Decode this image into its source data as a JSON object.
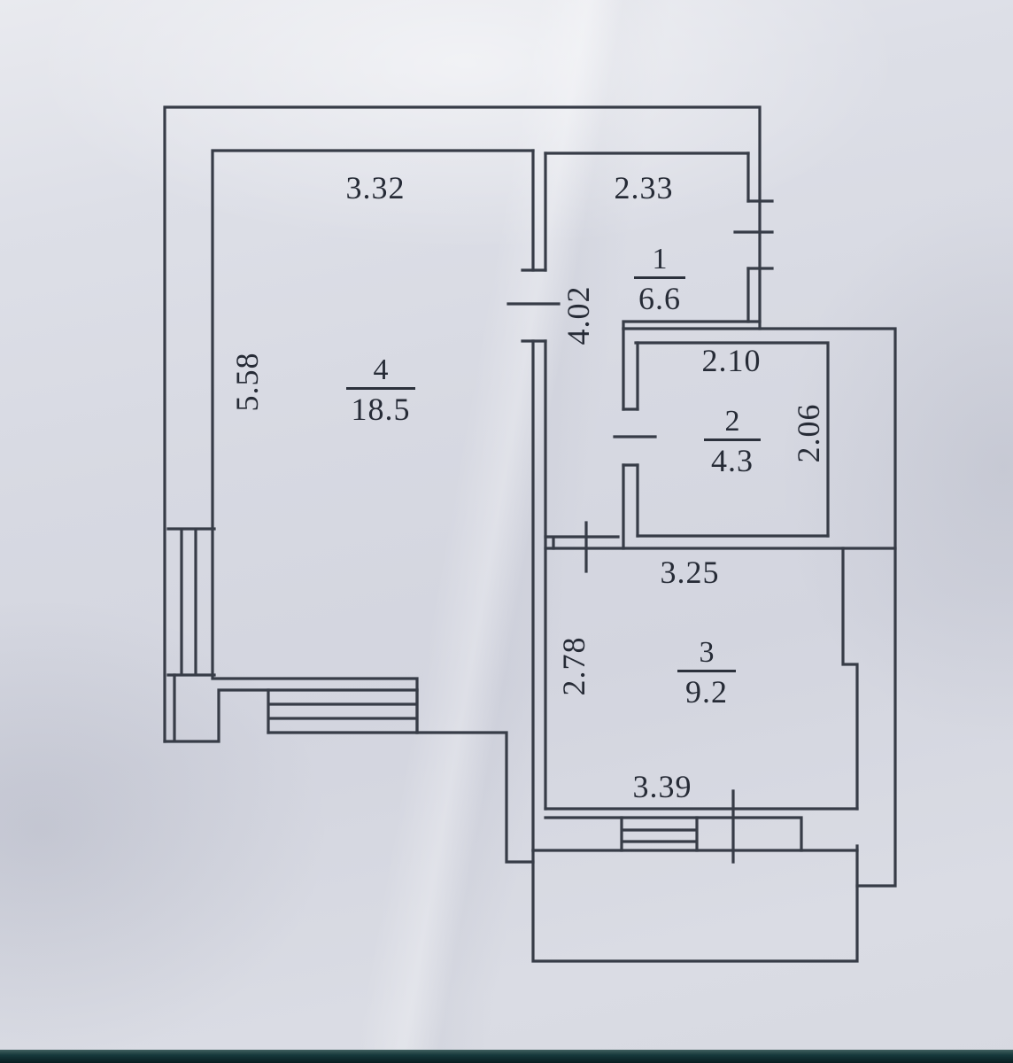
{
  "plan": {
    "rooms": [
      {
        "number": "1",
        "area": "6.6"
      },
      {
        "number": "2",
        "area": "4.3"
      },
      {
        "number": "3",
        "area": "9.2"
      },
      {
        "number": "4",
        "area": "18.5"
      }
    ],
    "dimensions": {
      "room4_width_top": "3.32",
      "room4_height_left": "5.58",
      "room1_width_top": "2.33",
      "hall_length": "4.02",
      "room2_width_top": "2.10",
      "room2_height_right": "2.06",
      "room3_width_top": "3.25",
      "room3_height_left": "2.78",
      "room3_width_bottom": "3.39"
    }
  }
}
